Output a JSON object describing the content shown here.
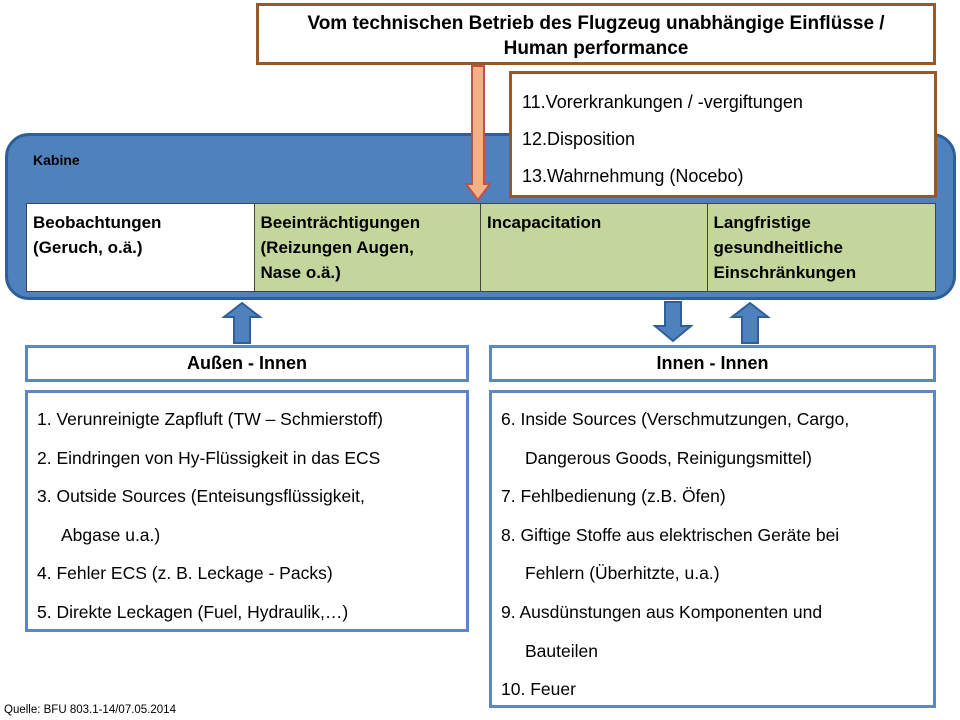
{
  "top_box": {
    "line1": "Vom technischen Betrieb des Flugzeug unabhängige Einflüsse /",
    "line2": "Human performance"
  },
  "cabin": {
    "label": "Kabine",
    "columns": [
      {
        "line1": "Beobachtungen",
        "line2": "(Geruch, o.ä.)",
        "line3": ""
      },
      {
        "line1": "Beeinträchtigungen",
        "line2": "(Reizungen Augen,",
        "line3": "Nase o.ä.)"
      },
      {
        "line1": "Incapacitation",
        "line2": "",
        "line3": ""
      },
      {
        "line1": "Langfristige",
        "line2": "gesundheitliche",
        "line3": "Einschränkungen"
      }
    ]
  },
  "human_factors": [
    "11.Vorerkrankungen  / -vergiftungen",
    "12.Disposition",
    "13.Wahrnehmung  (Nocebo)"
  ],
  "outside_inside": {
    "header": "Außen - Innen",
    "lines": [
      "1. Verunreinigte Zapfluft (TW – Schmierstoff)",
      "2. Eindringen  von Hy-Flüssigkeit  in das ECS",
      "3. Outside Sources (Enteisungsflüssigkeit,",
      "Abgase u.a.)",
      "4. Fehler ECS (z. B. Leckage  - Packs)",
      "5. Direkte Leckagen (Fuel, Hydraulik,…)"
    ]
  },
  "inside_inside": {
    "header": "Innen - Innen",
    "lines": [
      "6. Inside Sources (Verschmutzungen,  Cargo,",
      "Dangerous Goods, Reinigungsmittel)",
      "7. Fehlbedienung  (z.B. Öfen)",
      "8. Giftige Stoffe aus elektrischen Geräte bei",
      "Fehlern (Überhitzte,  u.a.)",
      "9. Ausdünstungen  aus Komponenten  und",
      "Bauteilen",
      "10. Feuer"
    ]
  },
  "source": "Quelle: BFU 803.1-14/07.05.2014",
  "colors": {
    "cabin_blue": "#4f81bd",
    "box_border_blue": "#5b87c5",
    "green_cells": "#c3d69b",
    "brown_border": "#9a5826",
    "orange_arrow": "#f4b183"
  }
}
